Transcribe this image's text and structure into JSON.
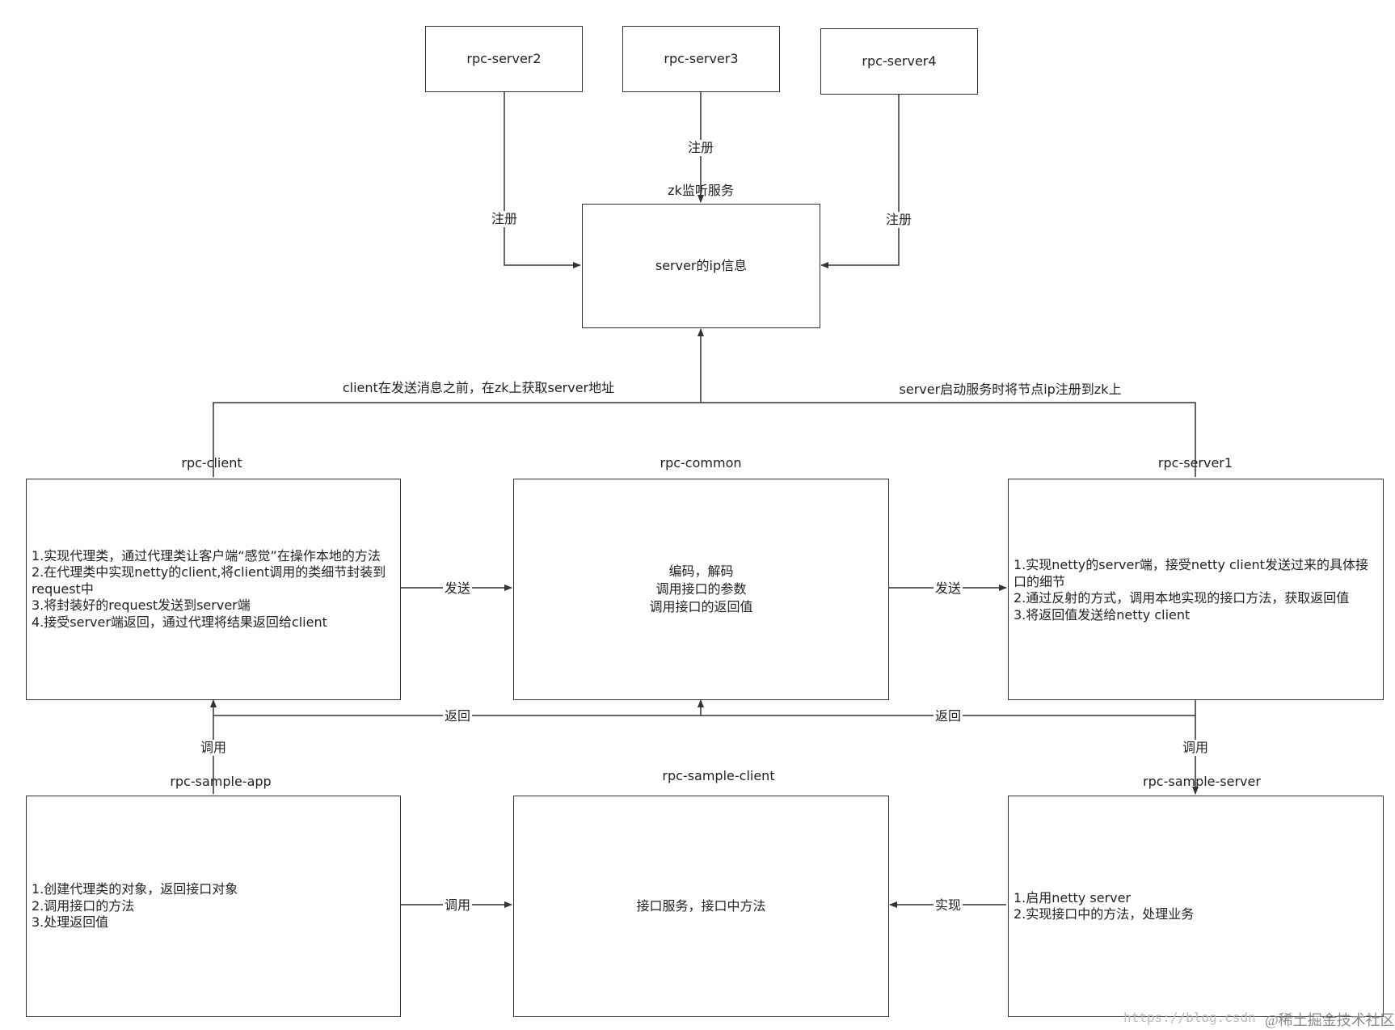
{
  "nodes": {
    "server2": {
      "text": "rpc-server2"
    },
    "server3": {
      "text": "rpc-server3"
    },
    "server4": {
      "text": "rpc-server4"
    },
    "zk": {
      "title": "zk监听服务",
      "text": "server的ip信息"
    },
    "client": {
      "title": "rpc-client",
      "lines": [
        "1.实现代理类，通过代理类让客户端“感觉”在操作本地的方法",
        "2.在代理类中实现netty的client,将client调用的类细节封装到request中",
        "3.将封装好的request发送到server端",
        "4.接受server端返回，通过代理将结果返回给client"
      ]
    },
    "common": {
      "title": "rpc-common",
      "text": "编码，解码\n调用接口的参数\n调用接口的返回值"
    },
    "server1": {
      "title": "rpc-server1",
      "lines": [
        "1.实现netty的server端，接受netty client发送过来的具体接口的细节",
        "2.通过反射的方式，调用本地实现的接口方法，获取返回值",
        "3.将返回值发送给netty client"
      ]
    },
    "app": {
      "title": "rpc-sample-app",
      "lines": [
        "1.创建代理类的对象，返回接口对象",
        "2.调用接口的方法",
        "3.处理返回值"
      ]
    },
    "sample_client": {
      "title": "rpc-sample-client",
      "text": "接口服务，接口中方法"
    },
    "sample_server": {
      "title": "rpc-sample-server",
      "lines": [
        "1.启用netty server",
        "2.实现接口中的方法，处理业务"
      ]
    }
  },
  "edge_labels": {
    "register_server2": "注册",
    "register_server3": "注册",
    "register_server4": "注册",
    "client_to_zk": "client在发送消息之前，在zk上获取server地址",
    "server_to_zk": "server启动服务时将节点ip注册到zk上",
    "send_client_common": "发送",
    "send_common_server": "发送",
    "return_left": "返回",
    "return_right": "返回",
    "call_app_client": "调用",
    "call_server_sample": "调用",
    "call_app_sampleclient": "调用",
    "implement": "实现"
  },
  "watermark": {
    "url": "https://blog.csdn",
    "credit": "@稀土掘金技术社区"
  }
}
